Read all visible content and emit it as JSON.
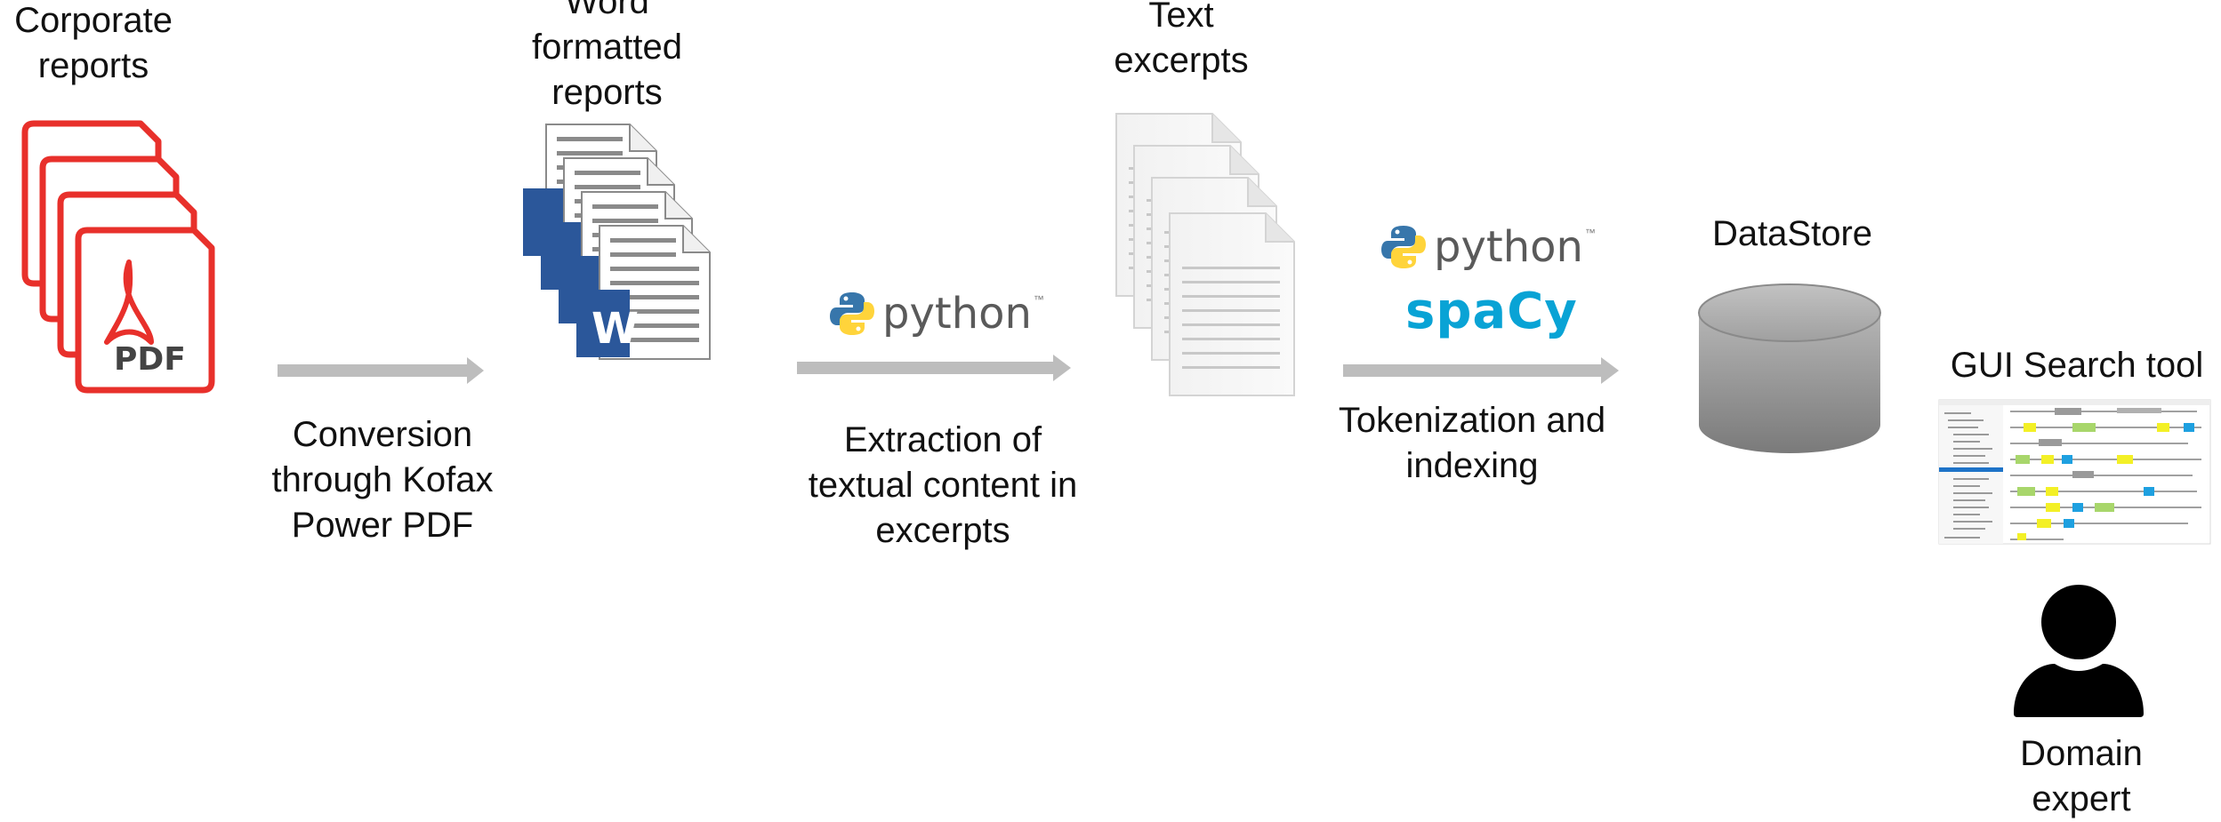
{
  "nodes": {
    "corporate_reports": {
      "label": "Corporate\nreports",
      "icon": "pdf-stack-icon",
      "badge": "PDF"
    },
    "word_reports": {
      "label": "Word\nformatted\nreports",
      "icon": "word-document-stack-icon",
      "badge": "W"
    },
    "text_excerpts": {
      "label": "Text\nexcerpts",
      "icon": "text-page-stack-icon"
    },
    "datastore": {
      "label": "DataStore",
      "icon": "database-cylinder-icon"
    },
    "gui_tool": {
      "label": "GUI Search tool",
      "icon": "gui-screenshot-thumbnail"
    },
    "domain_expert": {
      "label": "Domain\nexpert",
      "icon": "user-person-icon"
    }
  },
  "steps": {
    "conversion": {
      "label": "Conversion\nthrough Kofax\nPower PDF"
    },
    "extraction": {
      "label": "Extraction of\ntextual content in\nexcerpts",
      "tool": "python",
      "tool_mark": "™"
    },
    "tokenization": {
      "label": "Tokenization and\nindexing",
      "tool": "python",
      "tool_mark": "™",
      "tool2": "spaCy"
    }
  },
  "colors": {
    "pdf_red": "#e8302b",
    "word_blue": "#2b579a",
    "arrow_gray": "#bdbdbd",
    "cylinder_gray": "#8c8c8c",
    "spacy_blue": "#09a3d5",
    "python_blue": "#3776ab",
    "python_yellow": "#ffd43b"
  }
}
